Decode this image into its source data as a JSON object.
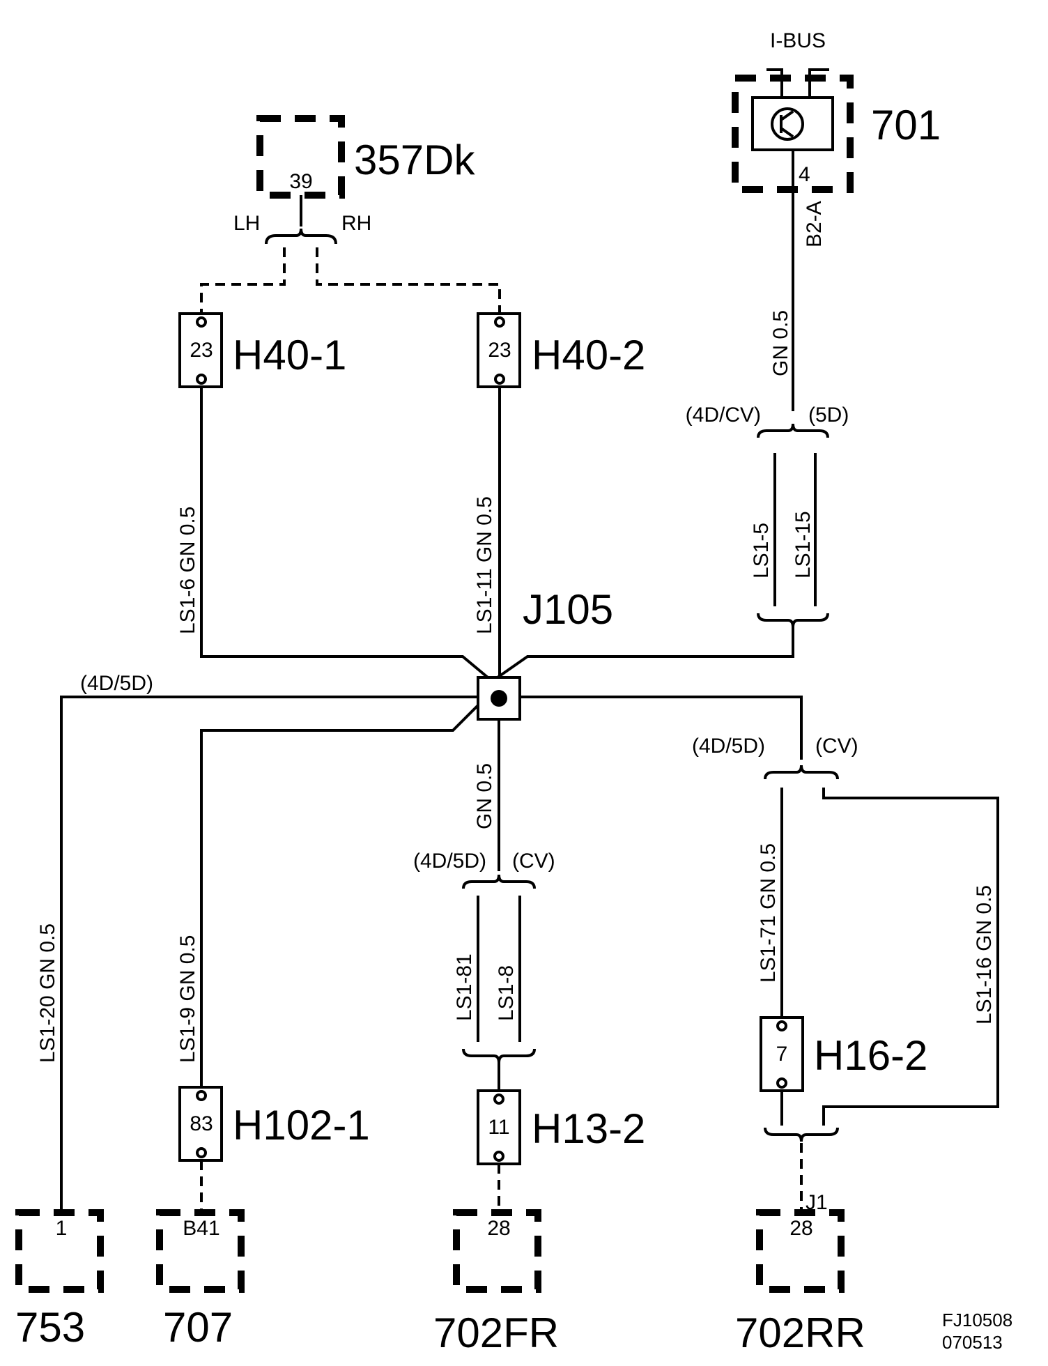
{
  "components": {
    "c357": {
      "name": "357Dk",
      "pin": "39",
      "lh": "LH",
      "rh": "RH"
    },
    "c701": {
      "name": "701",
      "pin": "4",
      "bus": "I-BUS",
      "wire_id": "B2-A"
    },
    "c753": {
      "name": "753",
      "pin": "1"
    },
    "c707": {
      "name": "707",
      "pin": "B41"
    },
    "c702fr": {
      "name": "702FR",
      "pin": "28"
    },
    "c702rr": {
      "name": "702RR",
      "pin": "28",
      "sub": "J1"
    }
  },
  "connectors": {
    "h40_1": {
      "name": "H40-1",
      "pin": "23"
    },
    "h40_2": {
      "name": "H40-2",
      "pin": "23"
    },
    "h102_1": {
      "name": "H102-1",
      "pin": "83"
    },
    "h13_2": {
      "name": "H13-2",
      "pin": "11"
    },
    "h16_2": {
      "name": "H16-2",
      "pin": "7"
    }
  },
  "junction": {
    "name": "J105"
  },
  "wires": {
    "ls1_6": "LS1-6 GN 0.5",
    "ls1_11": "LS1-11 GN 0.5",
    "gn_701": "GN 0.5",
    "ls1_5": "LS1-5",
    "ls1_15": "LS1-15",
    "ls1_20": "LS1-20 GN 0.5",
    "ls1_9": "LS1-9 GN 0.5",
    "gn_center": "GN 0.5",
    "ls1_81": "LS1-81",
    "ls1_8": "LS1-8",
    "ls1_71": "LS1-71 GN 0.5",
    "ls1_16": "LS1-16 GN 0.5"
  },
  "variants": {
    "v701_left": "(4D/CV)",
    "v701_right": "(5D)",
    "v_left_bus": "(4D/5D)",
    "v_center_left": "(4D/5D)",
    "v_center_right": "(CV)",
    "v_right_left": "(4D/5D)",
    "v_right_right": "(CV)"
  },
  "footer": {
    "code": "FJ10508",
    "date": "070513"
  }
}
